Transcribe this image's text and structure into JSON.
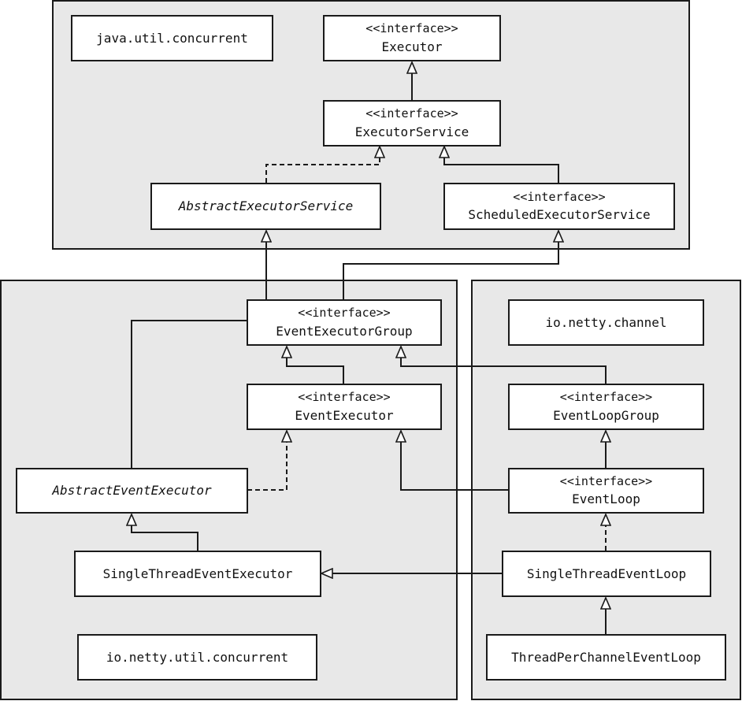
{
  "packages": {
    "java_concurrent": "java.util.concurrent",
    "netty_util_concurrent": "io.netty.util.concurrent",
    "netty_channel": "io.netty.channel"
  },
  "stereotype": "<<interface>>",
  "classes": {
    "executor": "Executor",
    "executor_service": "ExecutorService",
    "abstract_executor_service": "AbstractExecutorService",
    "scheduled_executor_service": "ScheduledExecutorService",
    "event_executor_group": "EventExecutorGroup",
    "event_executor": "EventExecutor",
    "abstract_event_executor": "AbstractEventExecutor",
    "single_thread_event_executor": "SingleThreadEventExecutor",
    "event_loop_group": "EventLoopGroup",
    "event_loop": "EventLoop",
    "single_thread_event_loop": "SingleThreadEventLoop",
    "thread_per_channel_event_loop": "ThreadPerChannelEventLoop"
  }
}
